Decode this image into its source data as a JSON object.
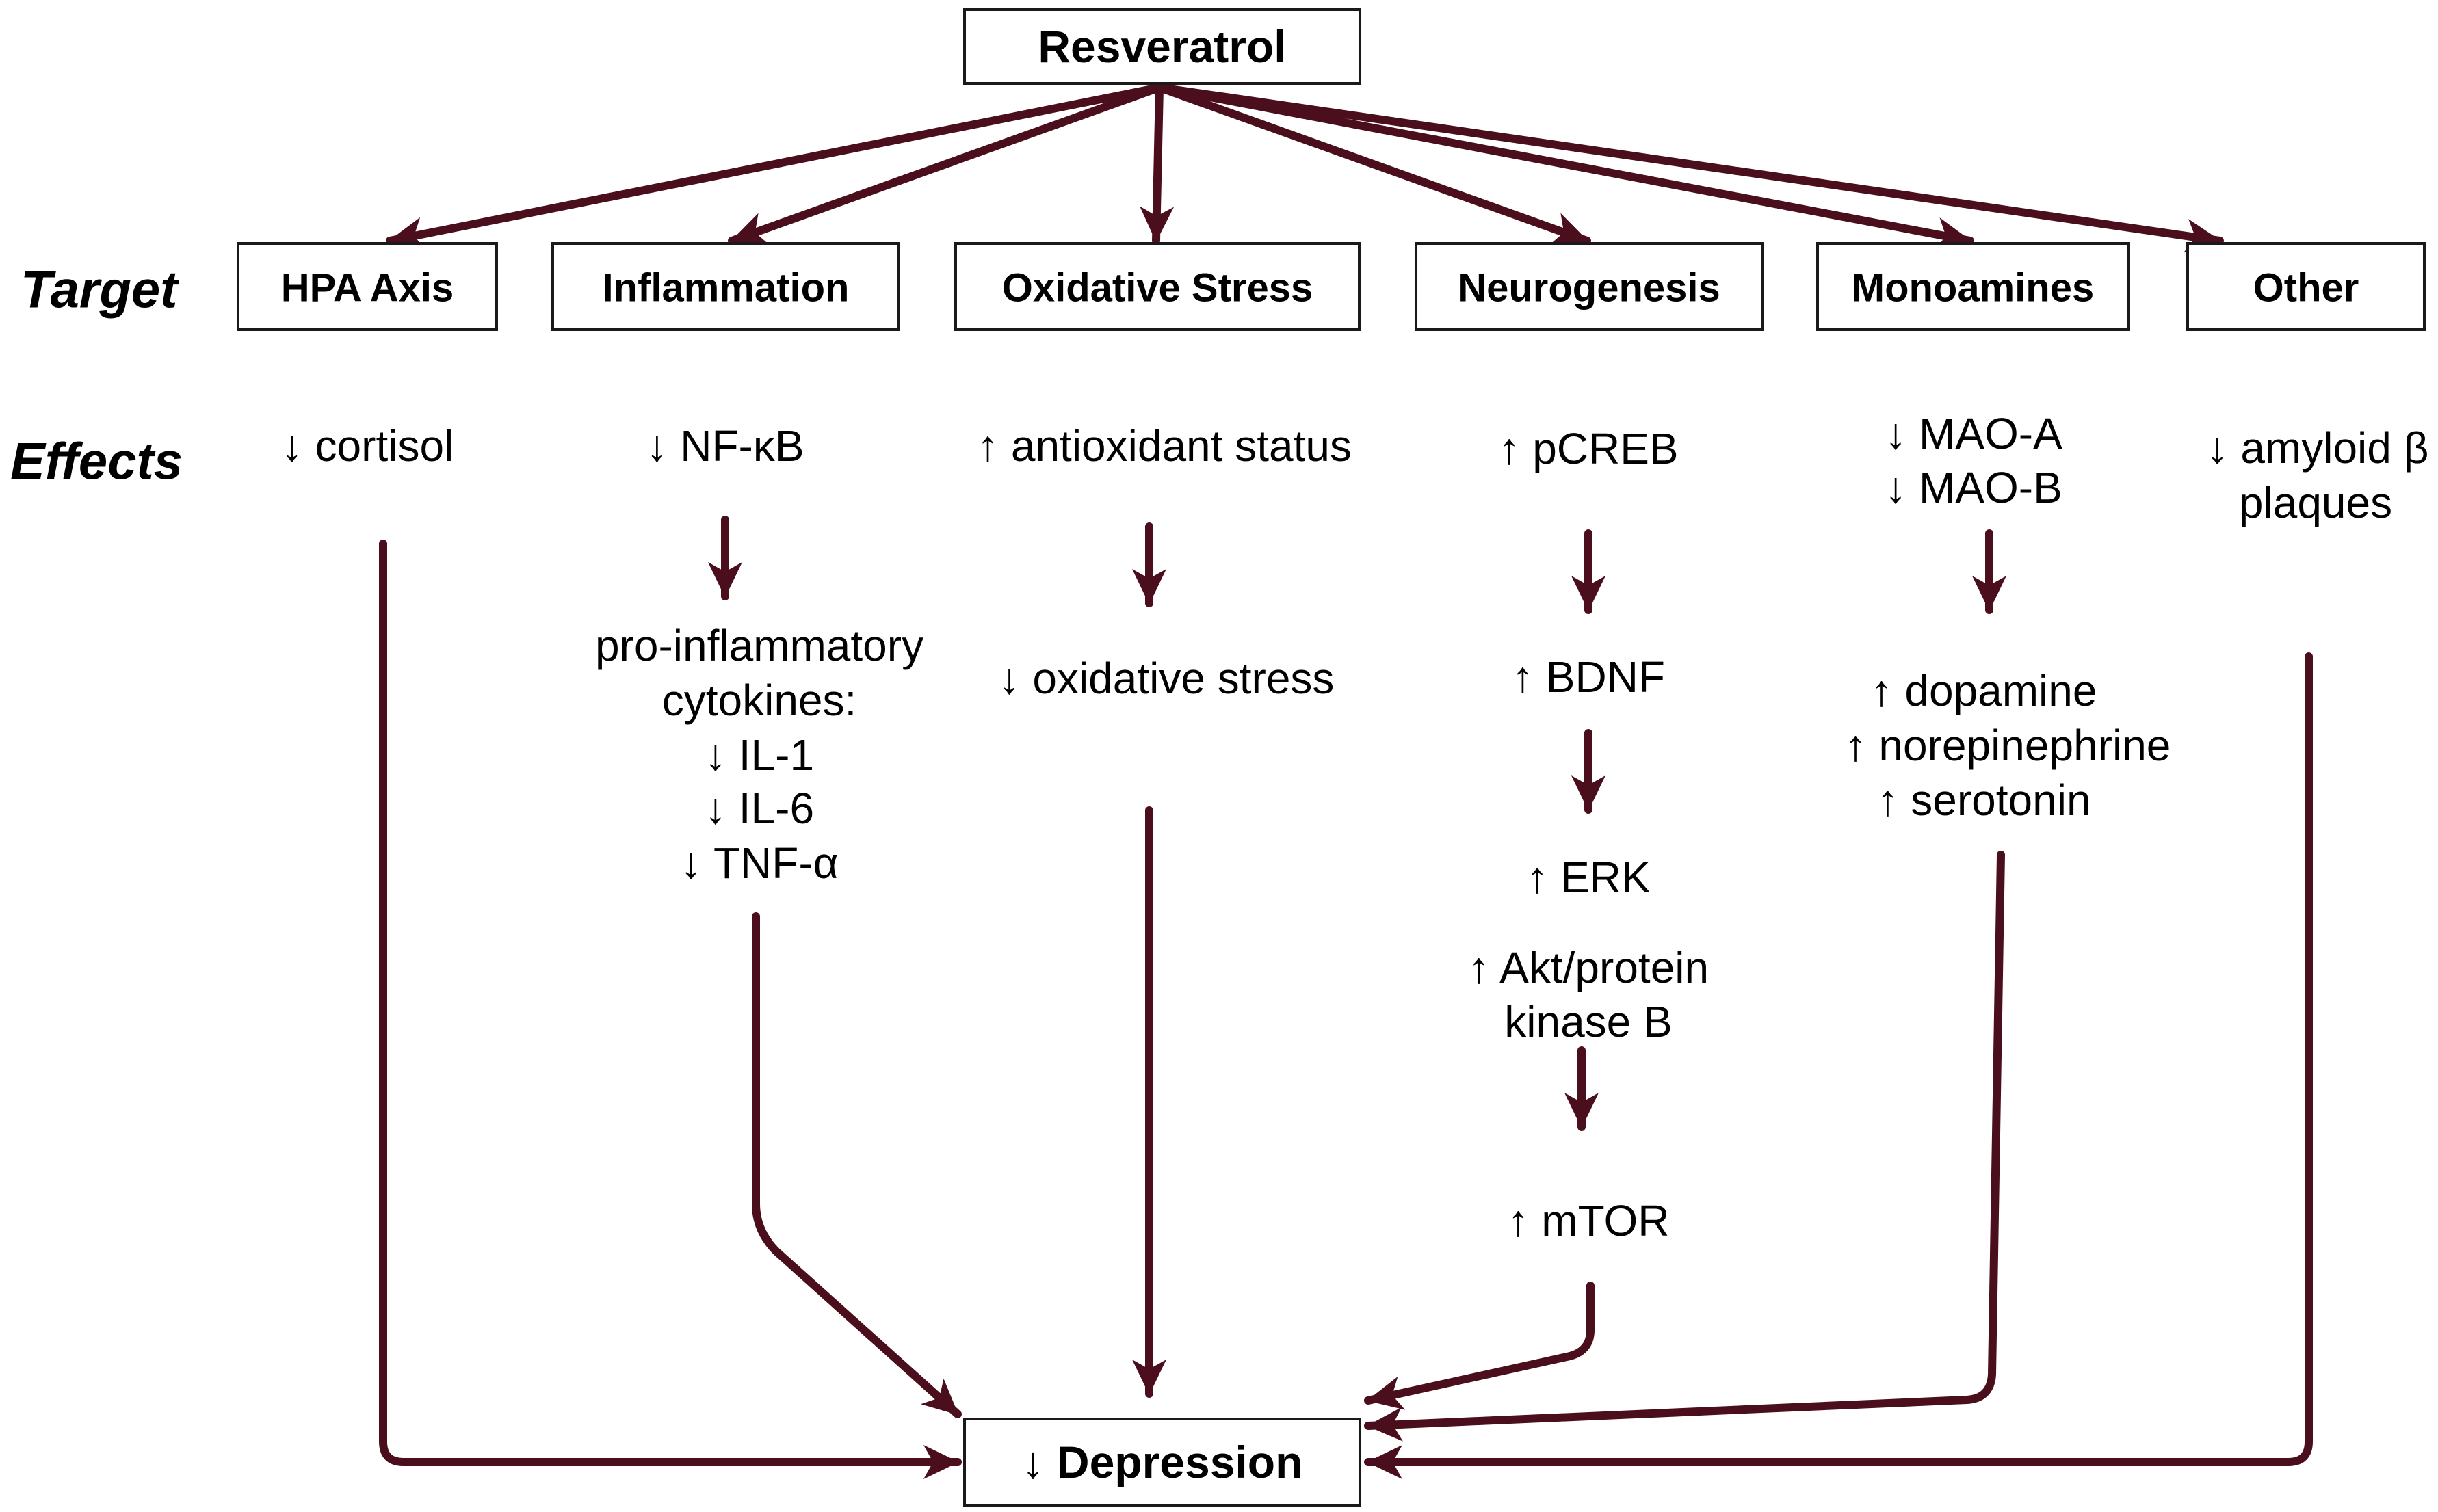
{
  "colors": {
    "arrow": "#4a0e1c",
    "box_border": "#1a1a1a",
    "text": "#000000"
  },
  "source": {
    "label": "Resveratrol"
  },
  "row_labels": {
    "target": "Target",
    "effects": "Effects"
  },
  "targets": [
    {
      "id": "hpa",
      "label": "HPA Axis"
    },
    {
      "id": "inflammation",
      "label": "Inflammation"
    },
    {
      "id": "oxidative",
      "label": "Oxidative Stress"
    },
    {
      "id": "neurogenesis",
      "label": "Neurogenesis"
    },
    {
      "id": "monoamines",
      "label": "Monoamines"
    },
    {
      "id": "other",
      "label": "Other"
    }
  ],
  "effects": {
    "hpa": {
      "e1": "↓ cortisol"
    },
    "inflammation": {
      "e1": "↓ NF-κB",
      "e2": [
        "pro-inflammatory",
        "cytokines:",
        "↓ IL-1",
        "↓ IL-6",
        "↓ TNF-α"
      ]
    },
    "oxidative": {
      "e1": "↑ antioxidant status",
      "e2": "↓ oxidative stress"
    },
    "neurogenesis": {
      "e1": "↑ pCREB",
      "e2": "↑ BDNF",
      "e3": "↑ ERK",
      "e4": [
        "↑ Akt/protein",
        "kinase B"
      ],
      "e5": "↑ mTOR"
    },
    "monoamines": {
      "e1": [
        "↓ MAO-A",
        "↓ MAO-B"
      ],
      "e2": [
        "↑ dopamine",
        "↑ norepinephrine",
        "↑ serotonin"
      ]
    },
    "other": {
      "e1": [
        "↓ amyloid β",
        "plaques"
      ]
    }
  },
  "outcome": {
    "label": "↓ Depression"
  }
}
